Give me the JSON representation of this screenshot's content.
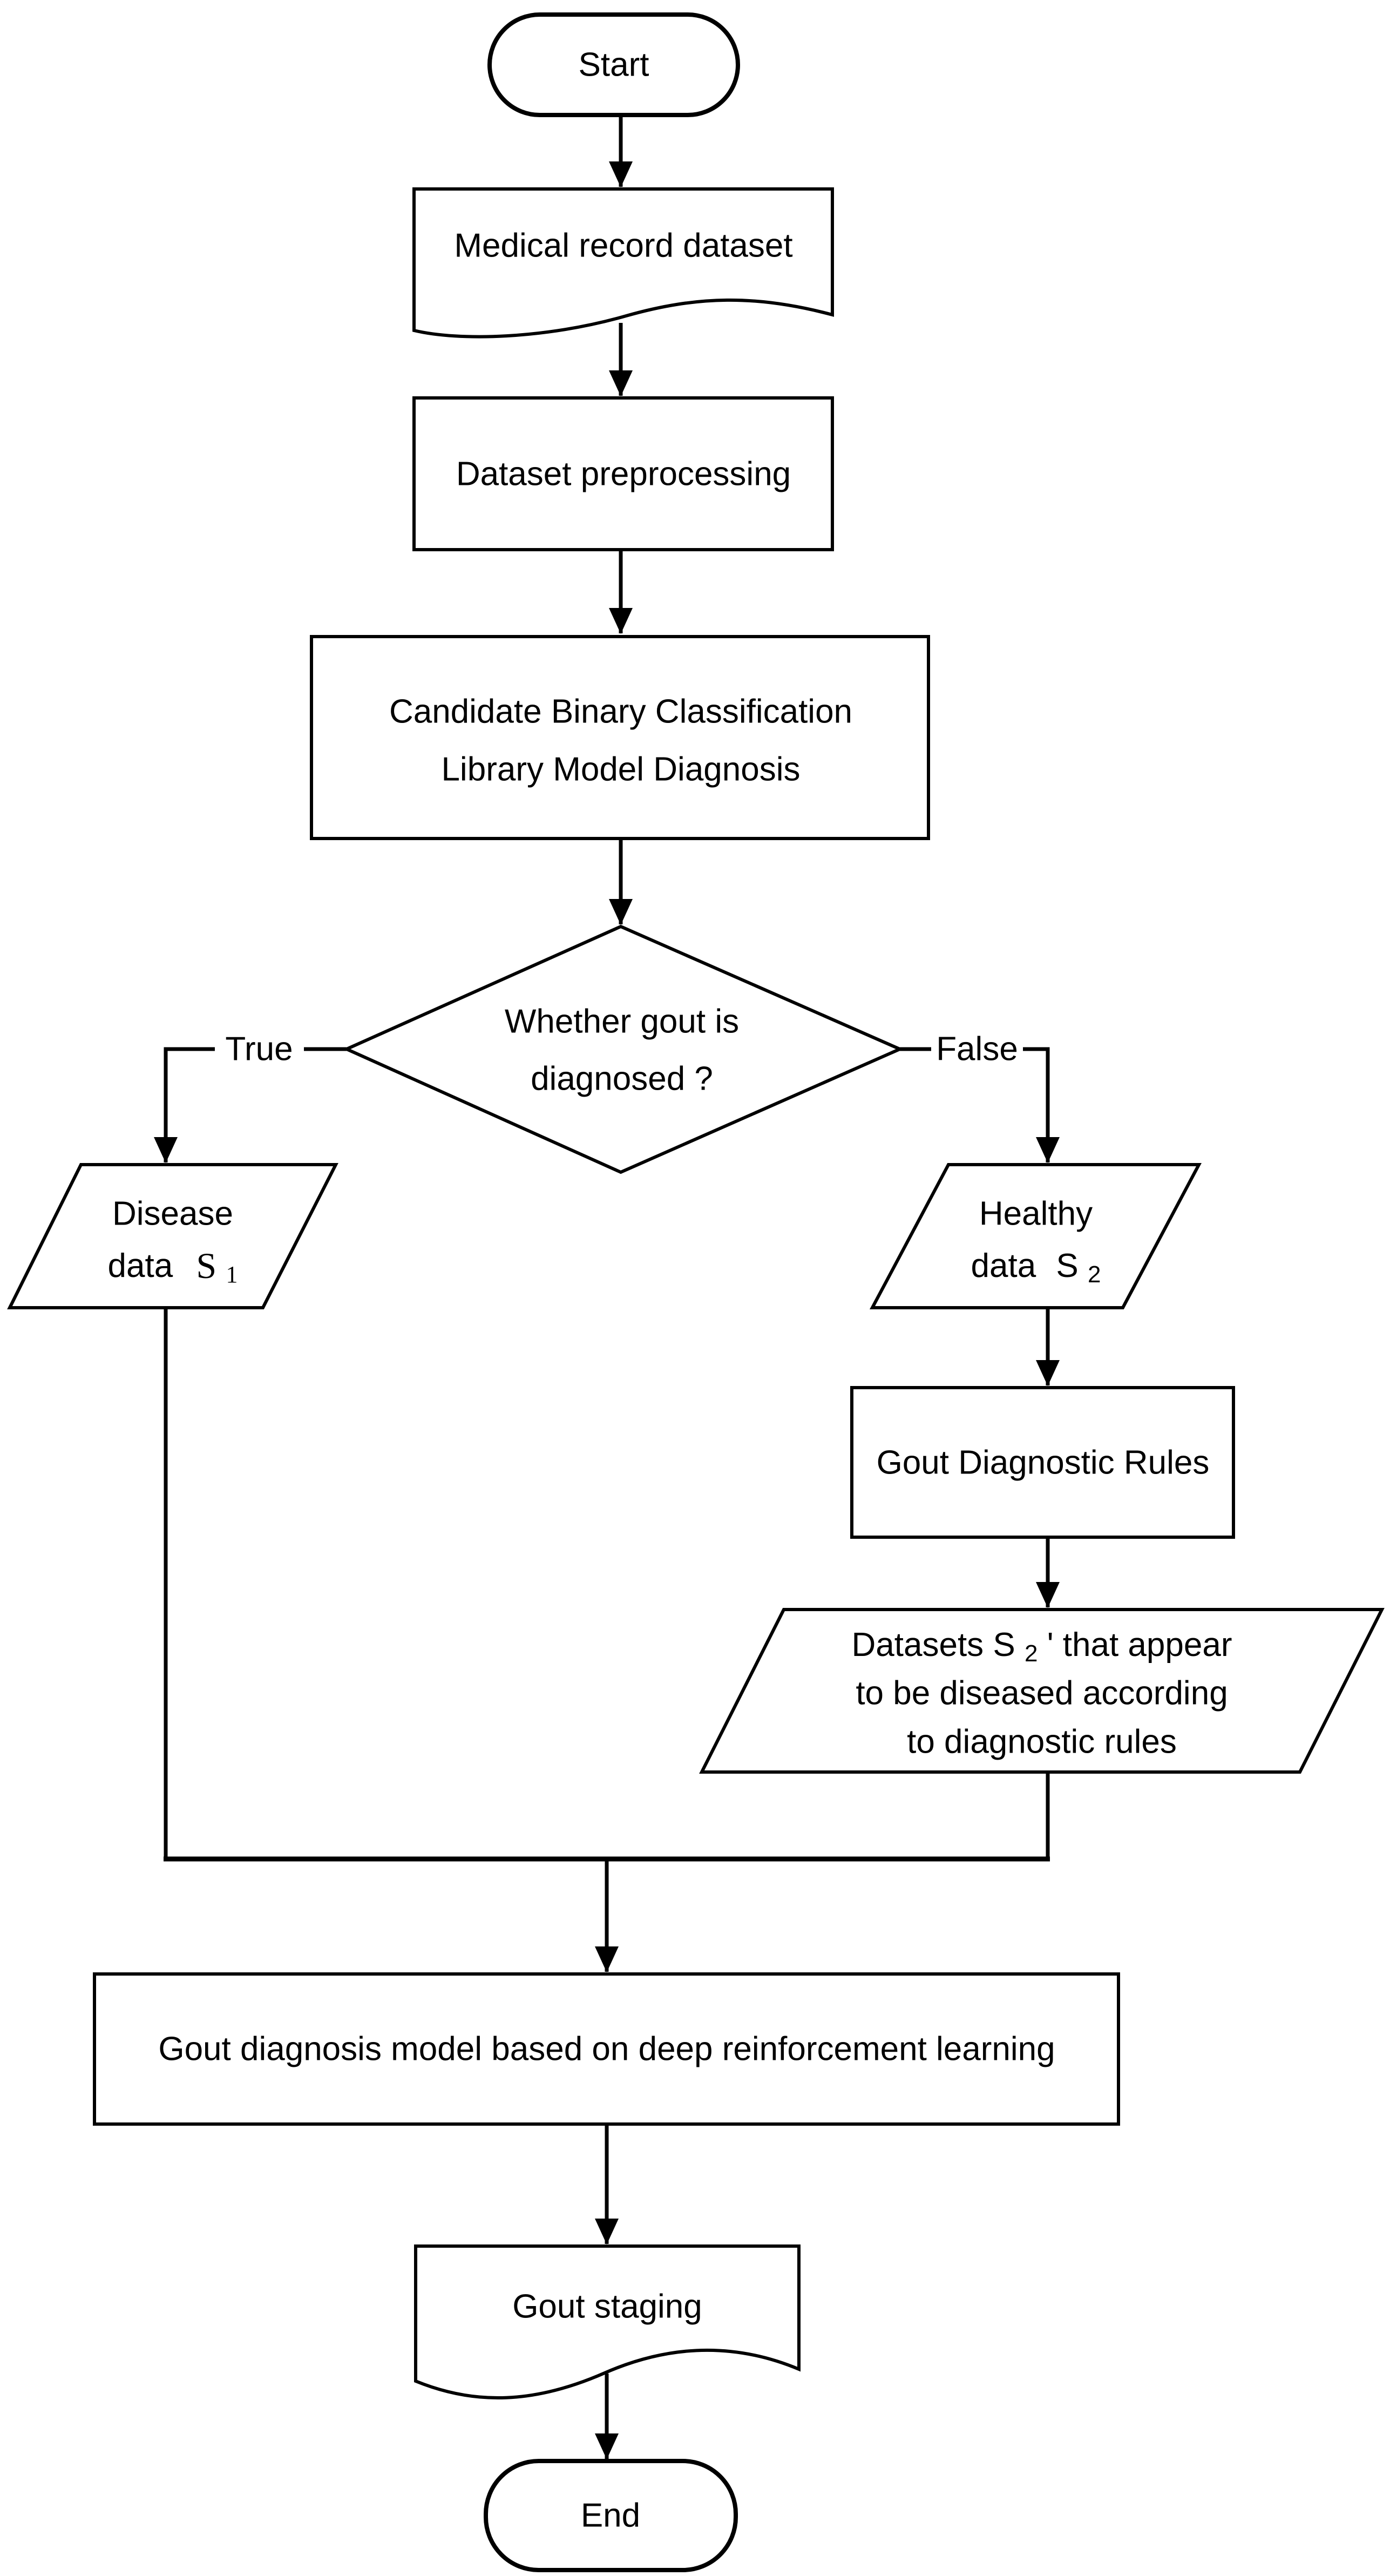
{
  "page": {
    "background_color": "#ffffff"
  },
  "diagram": {
    "type": "flowchart",
    "colors": {
      "stroke": "#000000",
      "node_fill": "#ffffff",
      "text": "#000000"
    },
    "nodes": {
      "start": {
        "shape": "terminator",
        "label": "Start"
      },
      "medical_record_dataset": {
        "shape": "document",
        "label": "Medical record dataset"
      },
      "dataset_preprocessing": {
        "shape": "process",
        "label": "Dataset preprocessing"
      },
      "candidate_model_diagnosis": {
        "shape": "process",
        "line1": "Candidate Binary Classification",
        "line2": "Library Model Diagnosis"
      },
      "gout_diagnosed_decision": {
        "shape": "decision",
        "line1": "Whether gout is",
        "line2": "diagnosed ?"
      },
      "disease_data": {
        "shape": "data",
        "line1": "Disease",
        "line2": "data",
        "symbol": "S",
        "subscript": "1"
      },
      "healthy_data": {
        "shape": "data",
        "line1": "Healthy",
        "line2": "data",
        "symbol": "S",
        "subscript": "2"
      },
      "gout_diagnostic_rules": {
        "shape": "process",
        "label": "Gout Diagnostic Rules"
      },
      "suspected_disease_datasets": {
        "shape": "data",
        "line1_pre": "Datasets S",
        "line1_sub": "2",
        "line1_post": "' that appear",
        "line2": "to be diseased according",
        "line3": "to diagnostic rules"
      },
      "gout_diagnosis_model": {
        "shape": "process",
        "label": "Gout diagnosis model based on deep reinforcement learning"
      },
      "gout_staging": {
        "shape": "document",
        "label": "Gout staging"
      },
      "end": {
        "shape": "terminator",
        "label": "End"
      }
    },
    "edge_labels": {
      "true": "True",
      "false": "False"
    }
  }
}
